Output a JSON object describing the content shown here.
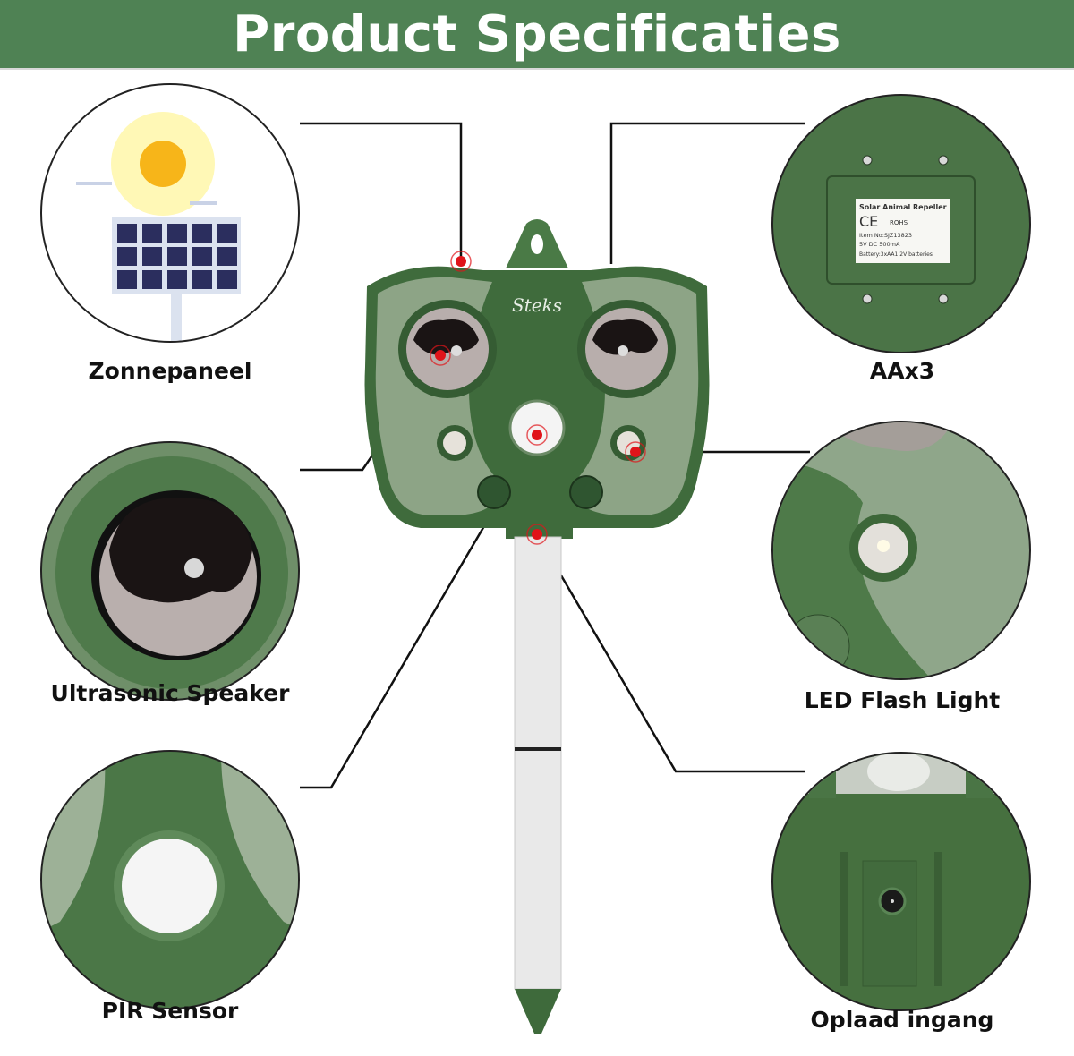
{
  "header": {
    "title": "Product Specificaties",
    "bg_color": "#4f8254"
  },
  "features": [
    {
      "id": "solar",
      "label": "Zonnepaneel",
      "icon": "solar-panel-icon",
      "side": "left"
    },
    {
      "id": "speaker",
      "label": "Ultrasonic Speaker",
      "icon": "speaker-icon",
      "side": "left"
    },
    {
      "id": "pir",
      "label": "PIR Sensor",
      "icon": "motion-sensor-icon",
      "side": "left"
    },
    {
      "id": "battery",
      "label": "AAx3",
      "icon": "battery-compartment-icon",
      "side": "right"
    },
    {
      "id": "led",
      "label": "LED Flash Light",
      "icon": "led-light-icon",
      "side": "right"
    },
    {
      "id": "charge",
      "label": "Oplaad ingang",
      "icon": "charging-port-icon",
      "side": "right"
    }
  ],
  "device": {
    "brand": "Steks"
  },
  "battery_label": {
    "title": "Solar Animal Repeller",
    "ce": "CE",
    "rohs": "ROHS",
    "item": "Item No:SJZ13823",
    "power": "5V DC 500mA",
    "battery": "Battery:3xAA1.2V batteries"
  },
  "colors": {
    "device_dark": "#3f6b3c",
    "device_light": "#8da486",
    "marker": "#e0141a"
  }
}
